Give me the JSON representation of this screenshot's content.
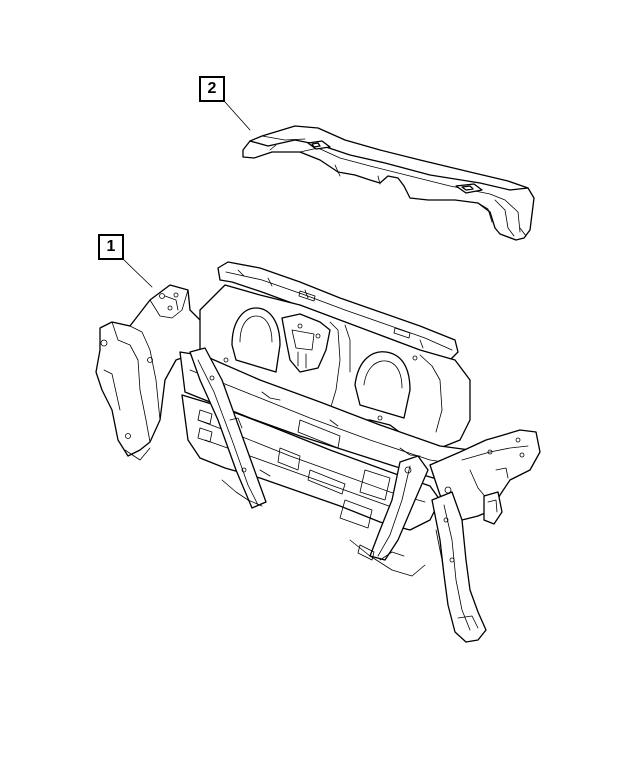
{
  "diagram": {
    "callouts": [
      {
        "id": "1",
        "label": "1",
        "part": "radiator-closure-panel"
      },
      {
        "id": "2",
        "label": "2",
        "part": "radiator-closure-panel-cover"
      }
    ],
    "colors": {
      "line": "#000000",
      "background": "#ffffff"
    }
  }
}
